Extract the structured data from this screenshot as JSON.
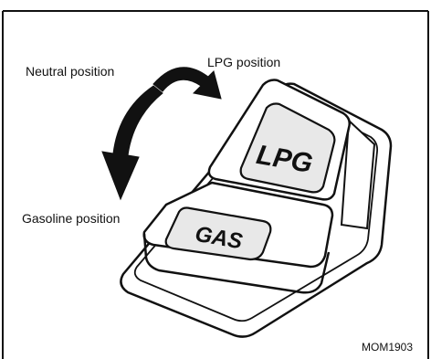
{
  "labels": {
    "neutral": "Neutral position",
    "lpg_position": "LPG position",
    "gasoline_position": "Gasoline position",
    "figure_code": "MOM1903"
  },
  "switch": {
    "top_marking": "LPG",
    "bottom_marking": "GAS"
  },
  "colors": {
    "ink": "#111111",
    "background": "#ffffff",
    "button_fill": "#e8e8e8"
  },
  "icons": {
    "upper_arrow": "curved-arrow-right",
    "lower_arrow": "curved-arrow-down"
  }
}
